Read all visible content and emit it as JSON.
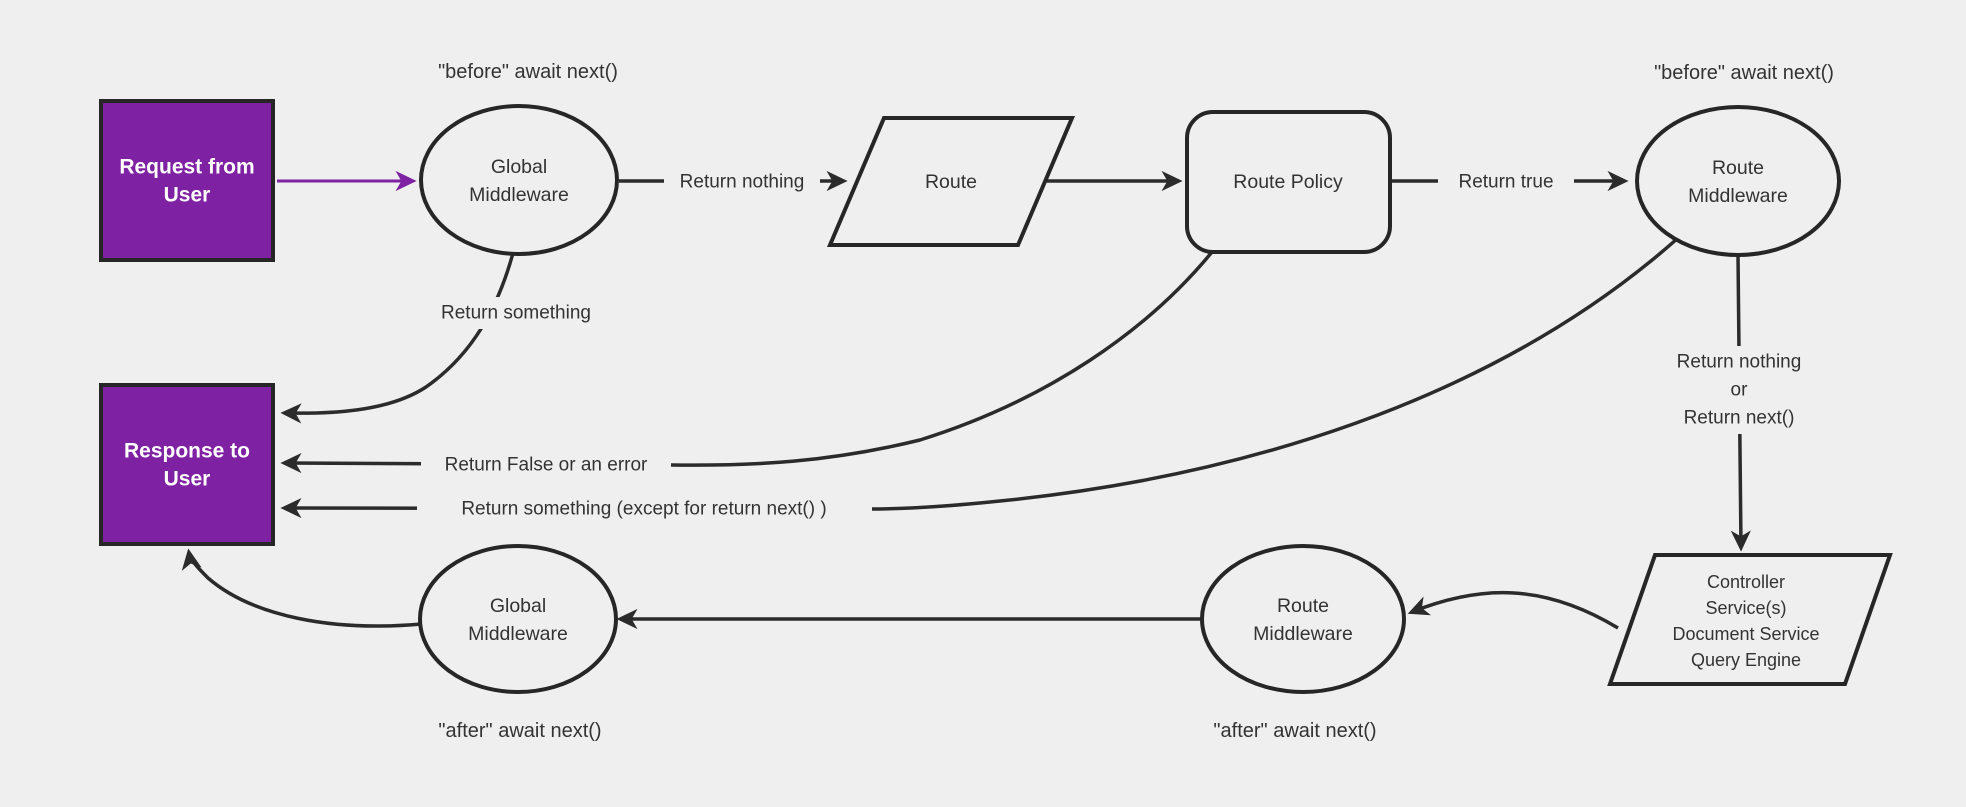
{
  "diagram": {
    "colors": {
      "background": "#efefef",
      "node_fill": "#efefef",
      "node_stroke": "#262626",
      "edge_stroke": "#2b2b2b",
      "accent": "#7e21a2",
      "text": "#333333",
      "accent_box_text": "#ffffff"
    },
    "nodes": {
      "request": {
        "lines": [
          "Request from",
          "User"
        ]
      },
      "response": {
        "lines": [
          "Response to",
          "User"
        ]
      },
      "global_middleware_top": {
        "lines": [
          "Global",
          "Middleware"
        ]
      },
      "route": {
        "label": "Route"
      },
      "route_policy": {
        "label": "Route Policy"
      },
      "route_middleware_top": {
        "lines": [
          "Route",
          "Middleware"
        ]
      },
      "global_middleware_bottom": {
        "lines": [
          "Global",
          "Middleware"
        ]
      },
      "route_middleware_bottom": {
        "lines": [
          "Route",
          "Middleware"
        ]
      },
      "controller": {
        "lines": [
          "Controller",
          "Service(s)",
          "Document Service",
          "Query Engine"
        ]
      }
    },
    "edge_labels": {
      "return_nothing": "Return nothing",
      "return_true": "Return true",
      "return_something": "Return something",
      "return_false_or_error": "Return False or an error",
      "return_something_except": "Return something (except for return next() )",
      "return_nothing_or_next": [
        "Return nothing",
        "or",
        "Return next()"
      ]
    },
    "annotations": {
      "before_left": "\"before\" await next()",
      "before_right": "\"before\" await next()",
      "after_left": "\"after\" await next()",
      "after_right": "\"after\" await next()"
    }
  }
}
